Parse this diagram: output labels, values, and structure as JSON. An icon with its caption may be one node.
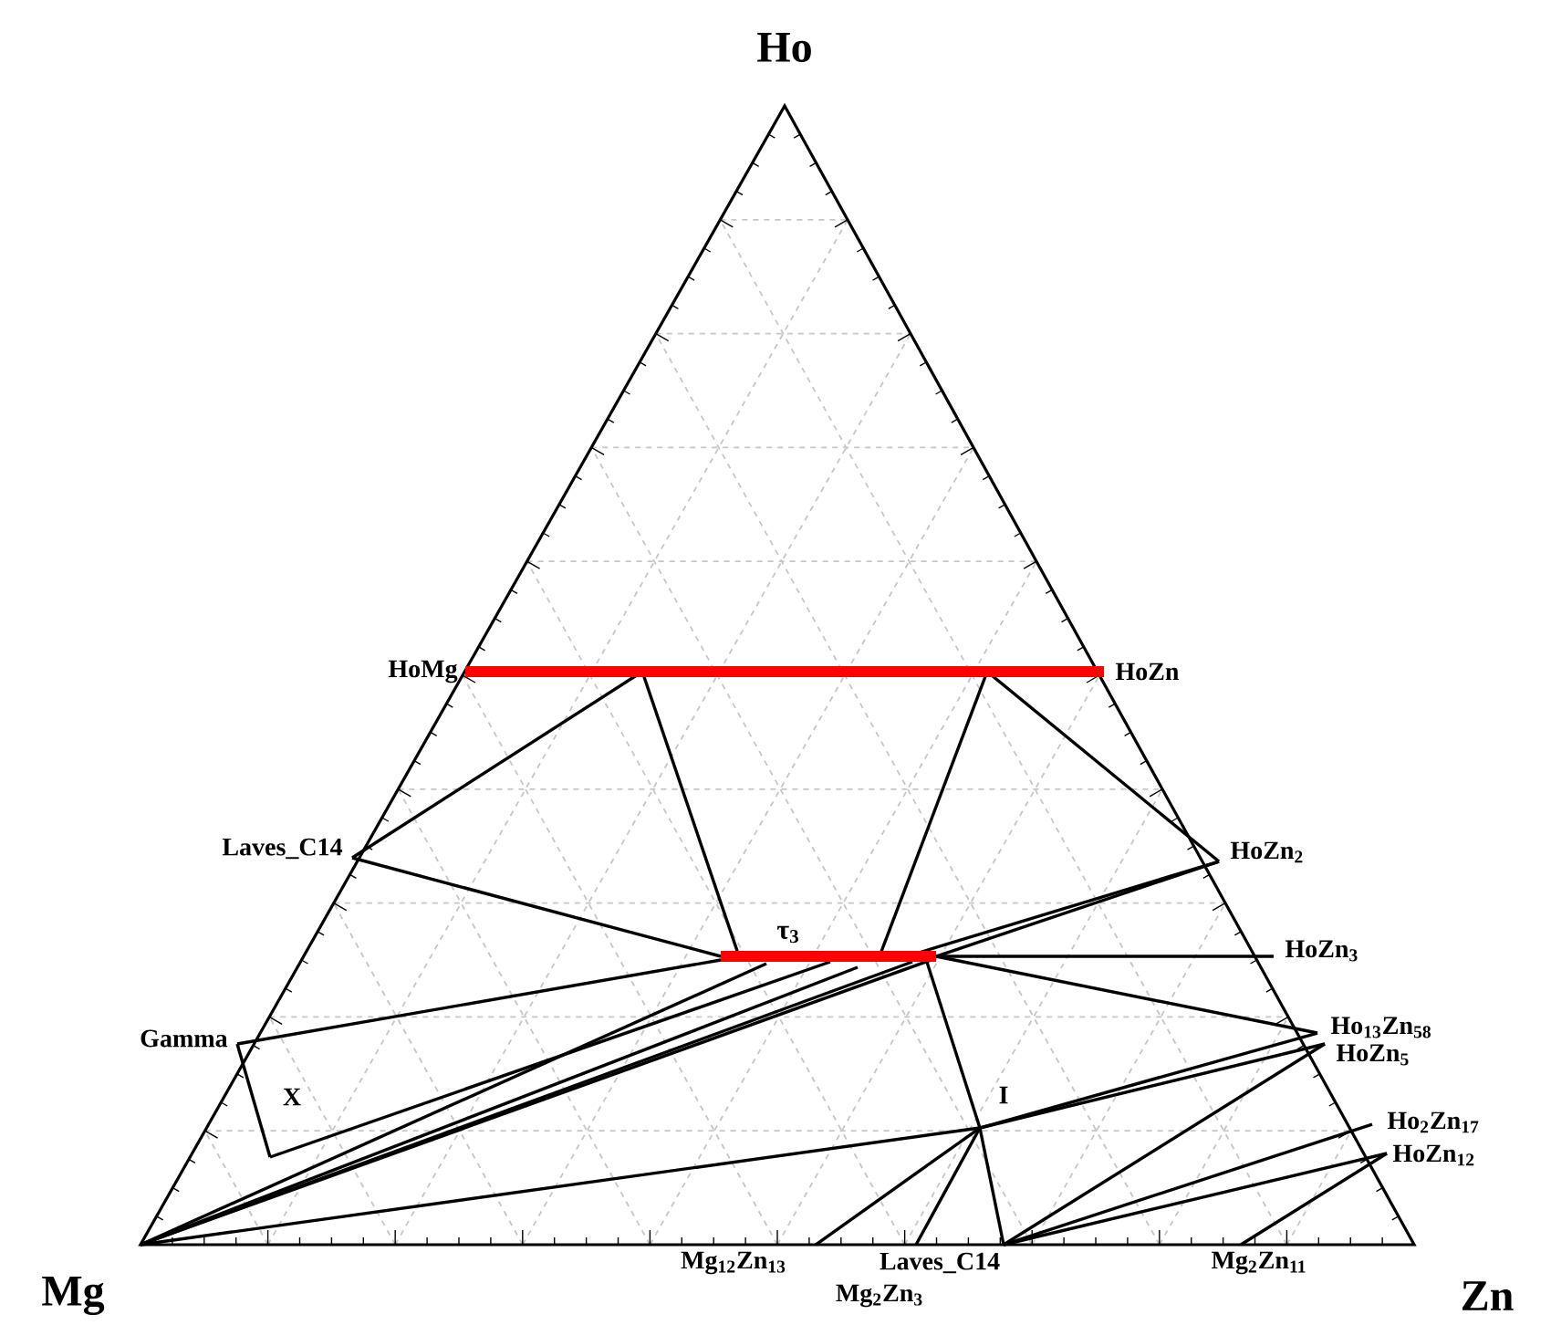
{
  "diagram": {
    "labels": [
      "Ho",
      "HoMg",
      "HoZn",
      "Laves_C14",
      "HoZn$_{2}$",
      "τ$_{3}$",
      "HoZn$_{3}$",
      "Gamma",
      "Ho$_{13}$Zn$_{58}$",
      "HoZn$_{5}$",
      "X",
      "I",
      "Ho$_{2}$Zn$_{17}$",
      "HoZn$_{12}$",
      "Mg$_{12}$Zn$_{13}$",
      "Laves_C14",
      "Mg$_{2}$Zn$_{11}$",
      "Mg",
      "Mg$_{2}$Zn$_{3}$",
      "Zn"
    ]
  }
}
